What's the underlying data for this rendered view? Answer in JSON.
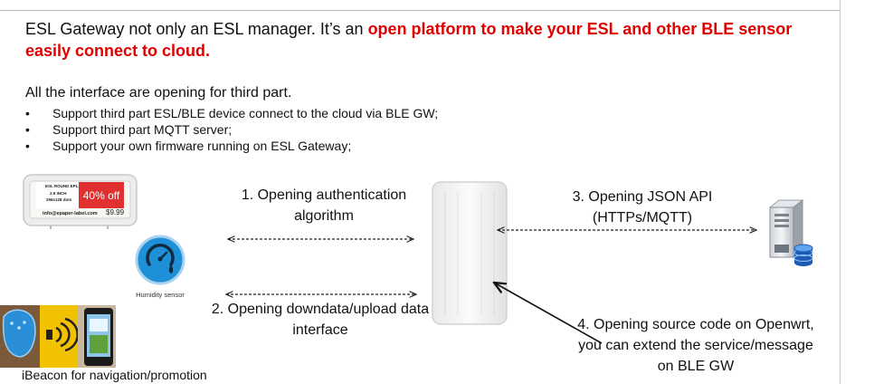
{
  "intro": {
    "plain": "ESL Gateway not only an ESL manager. It’s an ",
    "highlight": "open platform to make your ESL and other BLE sensor easily connect to cloud."
  },
  "subtitle": "All the interface are opening for third part.",
  "bullets": [
    "Support third part ESL/BLE device connect to the cloud via BLE GW;",
    "Support third part MQTT server;",
    "Support your own firmware running on ESL Gateway;"
  ],
  "bullet_symbol": "•",
  "labels": {
    "auth": "1. Opening authentication algorithm",
    "downdata": "2. Opening downdata/upload data interface",
    "json_api": "3. Opening JSON API (HTTPs/MQTT)",
    "source": "4. Opening source code on Openwrt, you can extend the service/message on BLE GW"
  },
  "esl_label": {
    "header": "ESL ROUND EPL",
    "line2": "2.9 INCH",
    "line3": "296x128 dots",
    "discount": "40% off",
    "url": "info@epaper-label.com",
    "price": "$9.99"
  },
  "captions": {
    "humidity": "Humidity sensor",
    "ibeacon": "iBeacon for navigation/promotion"
  },
  "colors": {
    "highlight": "#e00000",
    "humidity_icon": "#1e90d8",
    "esl_red": "#e03030"
  },
  "icons": [
    "humidity-sensor-icon",
    "server-icon",
    "database-icon",
    "gateway-device",
    "ibeacon-icon"
  ]
}
